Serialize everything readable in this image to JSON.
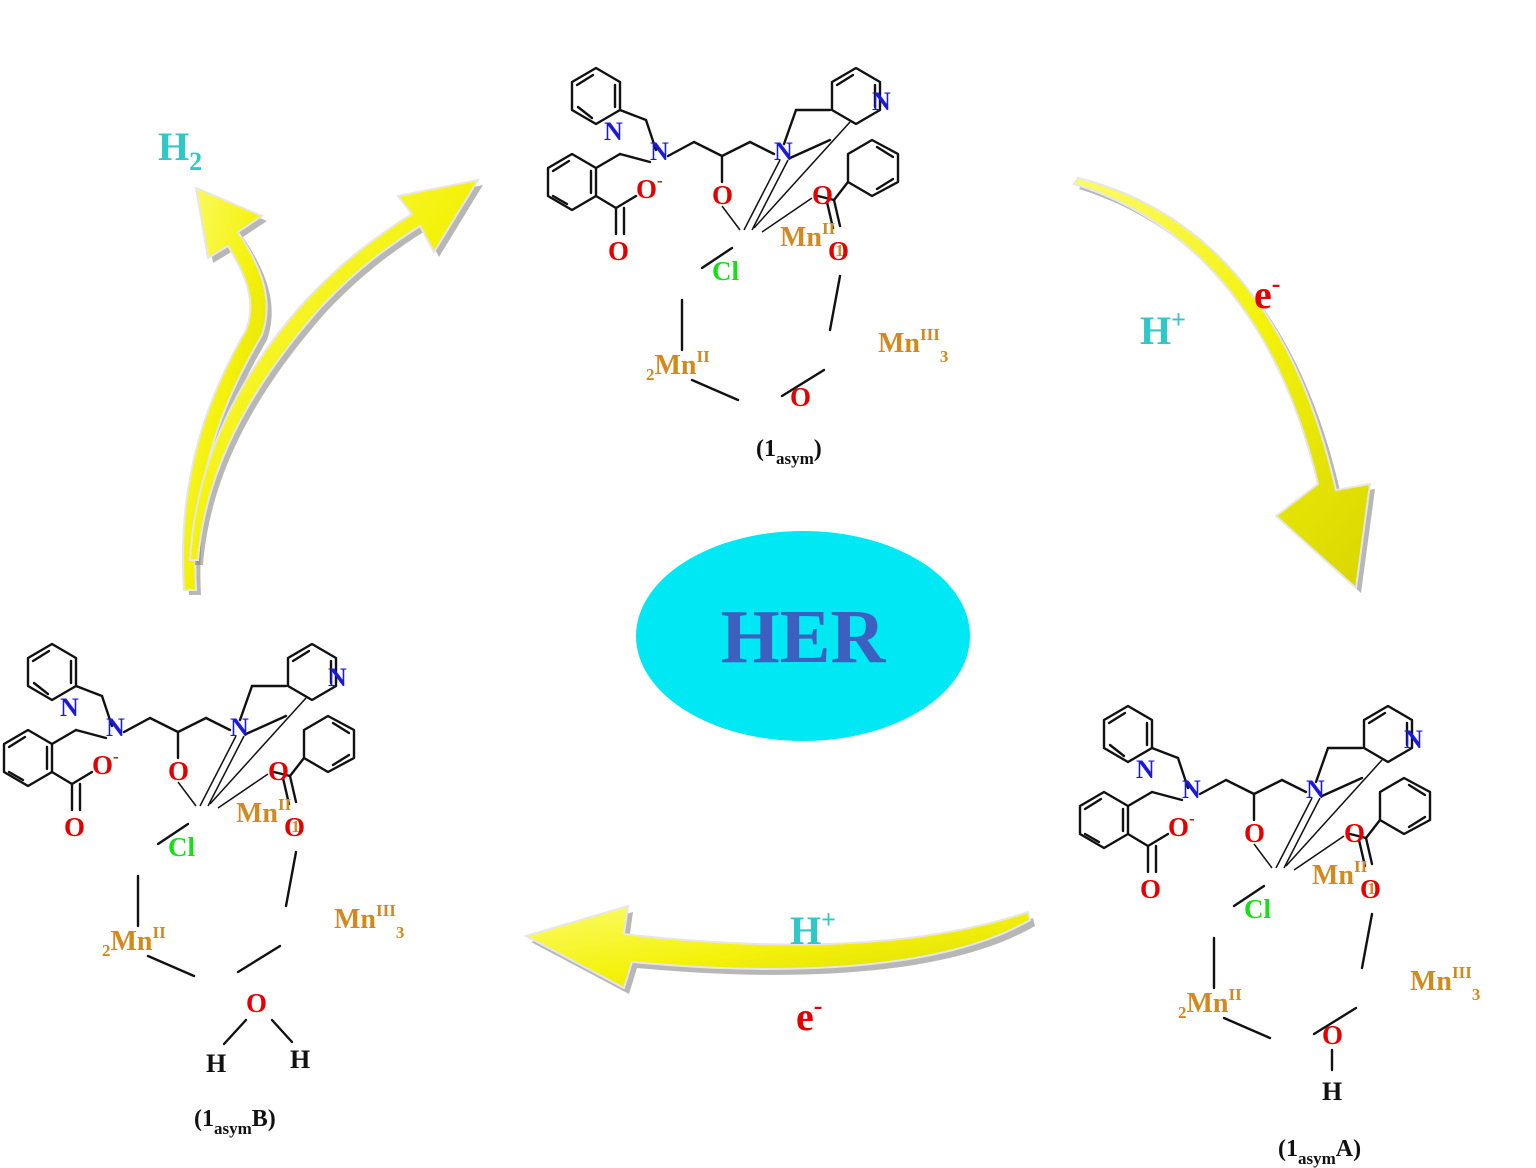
{
  "center": {
    "label": "HER"
  },
  "colors": {
    "ellipse": "#00e8f4",
    "her_text": "#3c5fc0",
    "arrow_fill": "#f4f20a",
    "proton": "#2fc8c8",
    "electron": "#e30000",
    "nitrogen": "#1a1ad8",
    "oxygen": "#e30000",
    "chlorine": "#15e015",
    "manganese": "#d28a1e"
  },
  "atoms": {
    "N": "N",
    "O": "O",
    "O_minus": "O",
    "minus": "-",
    "Cl": "Cl",
    "Mn": "Mn",
    "H": "H",
    "ox_II": "II",
    "ox_III": "III",
    "idx_1": "1",
    "idx_2": "2",
    "idx_3": "3"
  },
  "structures": [
    {
      "id": "top",
      "caption_open": "(1",
      "caption_sub": "asym",
      "caption_close": ")"
    },
    {
      "id": "right",
      "caption_open": "(1",
      "caption_sub": "asym",
      "caption_close": "A)"
    },
    {
      "id": "left",
      "caption_open": "(1",
      "caption_sub": "asym",
      "caption_close": "B)"
    }
  ],
  "reagents": {
    "h2": {
      "base": "H",
      "sub": "2"
    },
    "top_right_proton": {
      "base": "H",
      "sup": "+"
    },
    "top_right_electron": {
      "base": "e",
      "sup": "-"
    },
    "bottom_proton": {
      "base": "H",
      "sup": "+"
    },
    "bottom_electron": {
      "base": "e",
      "sup": "-"
    }
  }
}
